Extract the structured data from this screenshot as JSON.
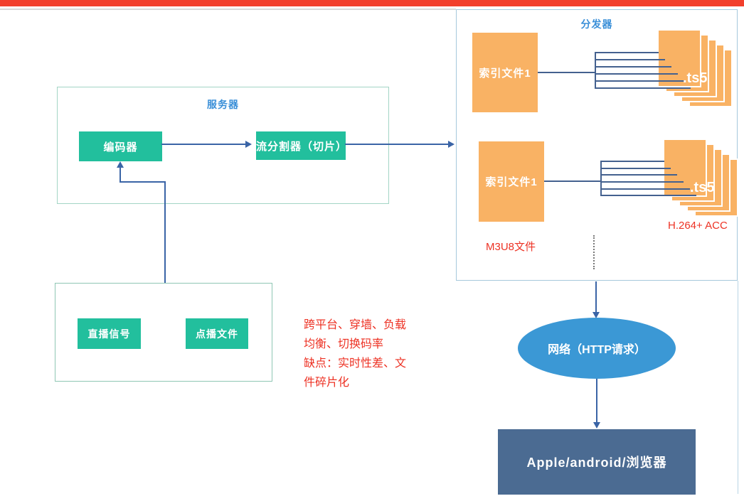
{
  "server_box": {
    "label": "服务器",
    "encoder_label": "编码器",
    "splitter_label": "流分割器（切片）"
  },
  "source_box": {
    "live_label": "直播信号",
    "vod_label": "点播文件"
  },
  "distributor": {
    "label": "分发器",
    "groups": [
      {
        "index_label": "索引文件1",
        "ts_label": ".ts5"
      },
      {
        "index_label": "索引文件1",
        "ts_label": ".ts5"
      }
    ],
    "m3u8_label": "M3U8文件",
    "codec_label": "H.264+ ACC"
  },
  "network": {
    "label": "网络（HTTP请求）"
  },
  "client": {
    "label": "Apple/android/浏览器"
  },
  "annotation": {
    "lines": [
      "跨平台、穿墙、负载",
      "均衡、切换码率",
      "缺点：实时性差、文",
      "件碎片化"
    ]
  },
  "colors": {
    "top_bar_red": "#f23f2c",
    "node_green": "#22bf9d",
    "node_orange": "#f9b264",
    "ellipse_blue": "#3b98d5",
    "client_navy": "#4b6b92",
    "frame_label_blue": "#3a8fd8",
    "arrow_blue": "#3a64a6",
    "red_text": "#ed3224"
  }
}
